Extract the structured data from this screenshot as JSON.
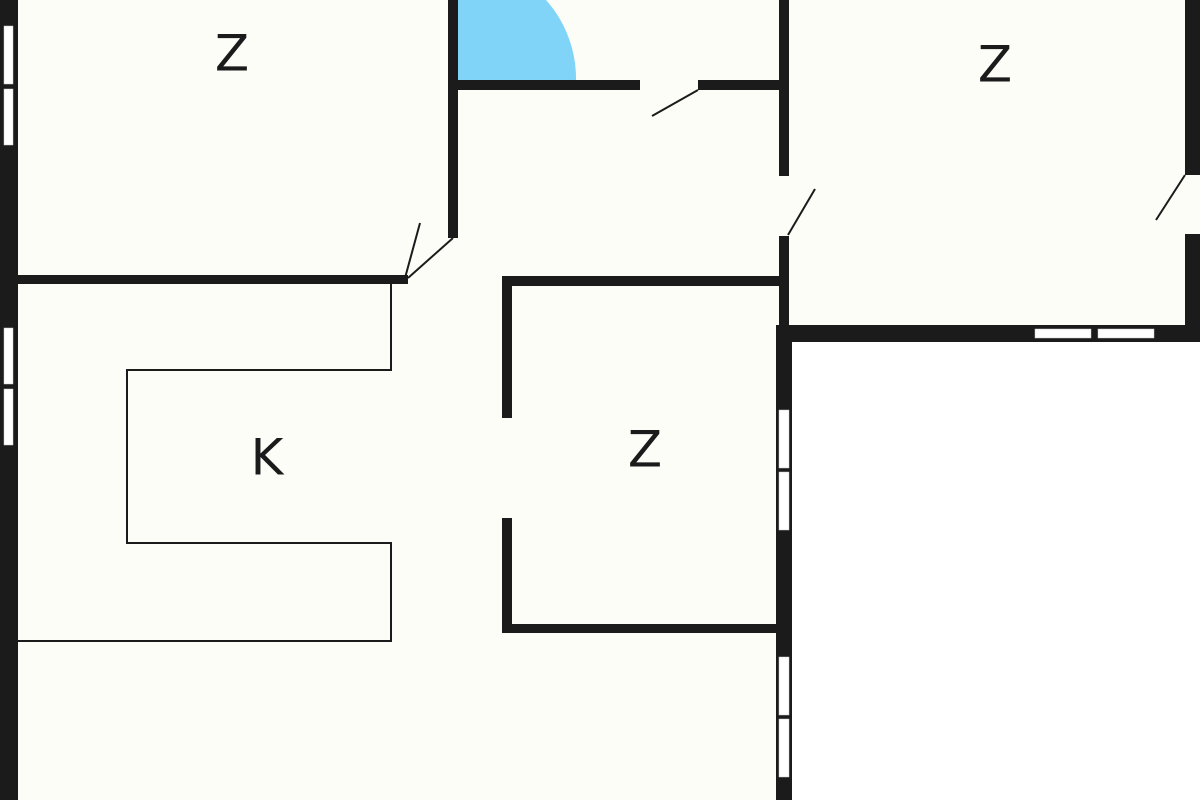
{
  "plan": {
    "rooms": [
      {
        "id": "room-top-left",
        "label": "Z"
      },
      {
        "id": "room-top-right",
        "label": "Z"
      },
      {
        "id": "kitchen",
        "label": "K"
      },
      {
        "id": "room-middle",
        "label": "Z"
      }
    ],
    "colors": {
      "wall": "#1b1b1b",
      "floor": "#fdfdf8",
      "fixture": "#80d4f8",
      "outside": "#ffffff"
    }
  }
}
